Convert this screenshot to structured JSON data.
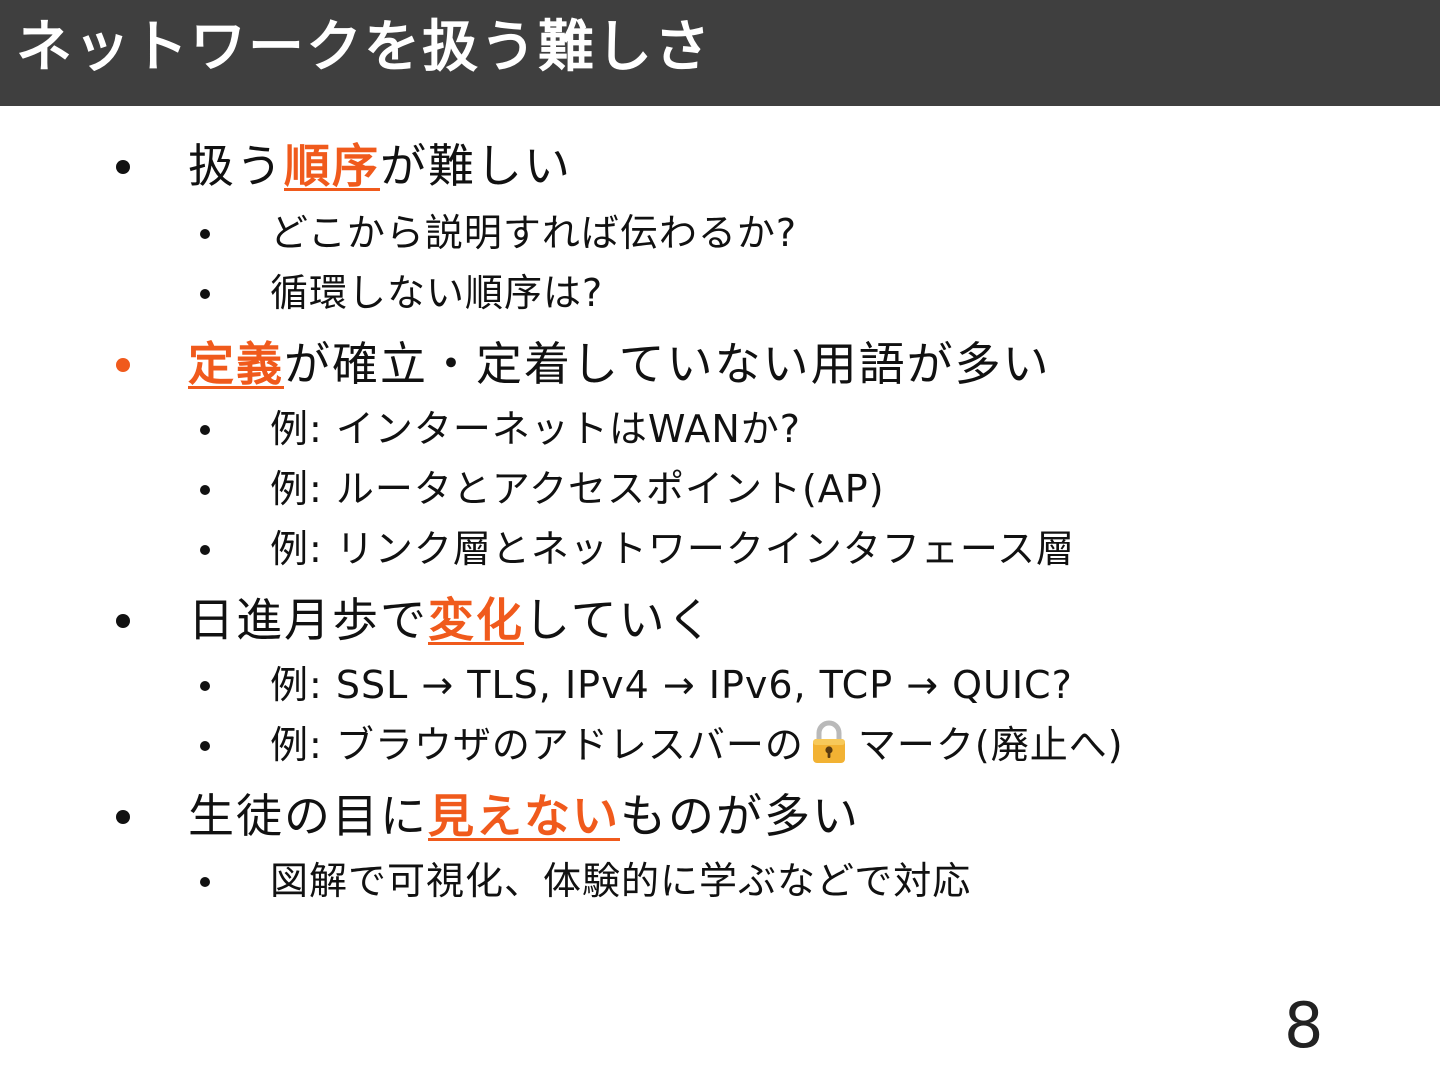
{
  "slide": {
    "title": "ネットワークを扱う難しさ",
    "page_number": "8",
    "accent_color": "#f05a1c",
    "header_color": "#3f3f3f"
  },
  "bullets": [
    {
      "pre": "扱う",
      "hl": "順序",
      "post": "が難しい",
      "subs": [
        "どこから説明すれば伝わるか?",
        "循環しない順序は?"
      ]
    },
    {
      "pre": "",
      "hl": "定義",
      "post": "が確立・定着していない用語が多い",
      "subs": [
        "例: インターネットはWANか?",
        "例: ルータとアクセスポイント(AP)",
        "例: リンク層とネットワークインタフェース層"
      ]
    },
    {
      "pre": "日進月歩で",
      "hl": "変化",
      "post": "していく",
      "subs": [
        "例: SSL → TLS, IPv4 → IPv6, TCP → QUIC?"
      ],
      "lock_line": {
        "pre": "例: ブラウザのアドレスバーの",
        "post": "マーク(廃止へ)",
        "icon": "lock-icon"
      }
    },
    {
      "pre": "生徒の目に",
      "hl": "見えない",
      "post": "ものが多い",
      "subs": [
        "図解で可視化、体験的に学ぶなどで対応"
      ]
    }
  ]
}
